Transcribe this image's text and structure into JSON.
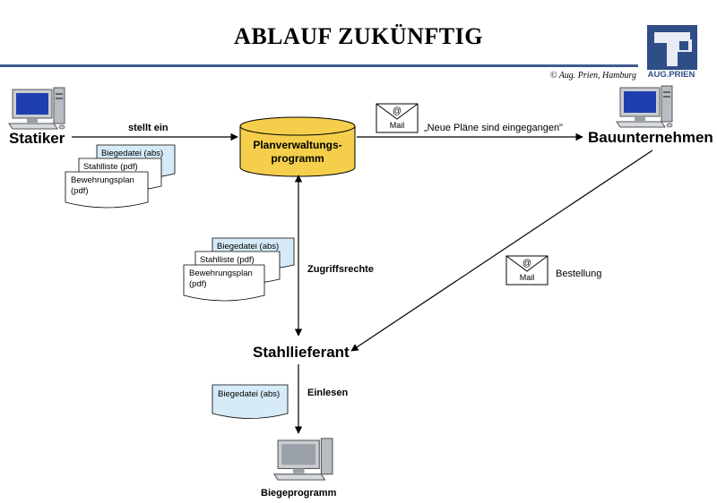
{
  "header": {
    "title": "ABLAUF ZUKÜNFTIG",
    "copyright": "© Aug. Prien, Hamburg",
    "logo_text": "AUG.PRIEN"
  },
  "colors": {
    "rule": "#3f5a8f",
    "logo": "#2f4d86",
    "database_fill": "#f5cf4b",
    "doc_blue": "#d6eaf8"
  },
  "nodes": {
    "statiker": "Statiker",
    "planverwaltung_line1": "Planverwaltungs-",
    "planverwaltung_line2": "programm",
    "bauunternehmen": "Bauunternehmen",
    "stahllieferant": "Stahllieferant",
    "biegeprogramm": "Biegeprogramm"
  },
  "edges": {
    "stellt_ein": "stellt ein",
    "neue_plaene": "„Neue Pläne sind eingegangen\"",
    "zugriffsrechte": "Zugriffsrechte",
    "bestellung": "Bestellung",
    "einlesen": "Einlesen"
  },
  "mail": {
    "at": "@",
    "label": "Mail"
  },
  "documents": {
    "biegedatei": "Biegedatei (abs)",
    "stahlliste": "Stahlliste (pdf)",
    "bewehrungsplan_line1": "Bewehrungsplan",
    "bewehrungsplan_line2": "(pdf)"
  },
  "icons": [
    "computer-icon",
    "database-icon",
    "mail-icon",
    "document-icon",
    "logo-icon"
  ]
}
